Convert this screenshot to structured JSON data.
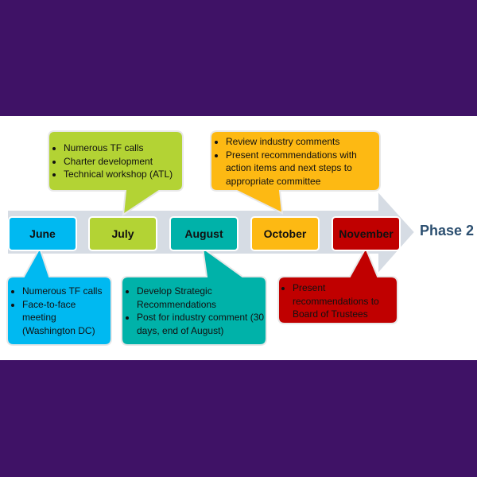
{
  "months": [
    {
      "label": "June",
      "color": "#00b9f1"
    },
    {
      "label": "July",
      "color": "#b3d334"
    },
    {
      "label": "August",
      "color": "#00b2a9"
    },
    {
      "label": "October",
      "color": "#fdb913"
    },
    {
      "label": "November",
      "color": "#c00000"
    }
  ],
  "phase_label": "Phase 2",
  "notes": {
    "june": [
      "Numerous TF calls",
      "Face-to-face meeting (Washington DC)"
    ],
    "july": [
      "Numerous TF calls",
      "Charter development",
      "Technical workshop (ATL)"
    ],
    "august": [
      "Develop Strategic Recommendations",
      "Post for industry comment (30 days, end of August)"
    ],
    "october": [
      "Review industry comments",
      "Present recommendations with action items and next steps to appropriate committee"
    ],
    "november": [
      "Present recommendations to Board of Trustees"
    ]
  },
  "colors": {
    "background": "#3f1266",
    "arrow": "#d6dce4",
    "phase": "#2c4f70"
  }
}
